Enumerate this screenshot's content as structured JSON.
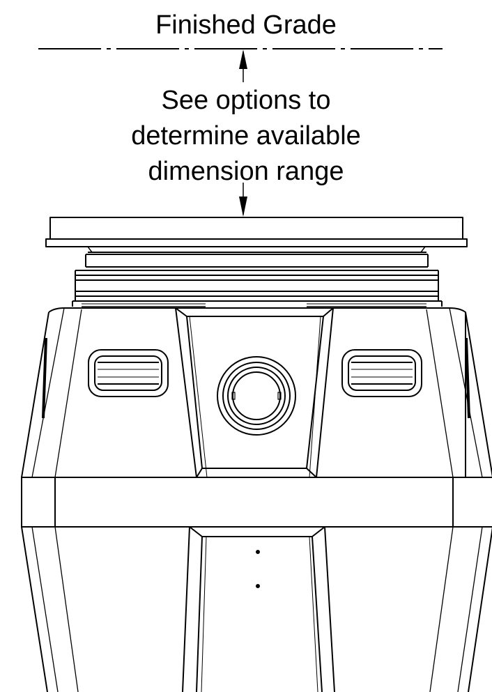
{
  "labels": {
    "finished_grade": "Finished Grade",
    "note_line1": "See options to",
    "note_line2": "determine available",
    "note_line3": "dimension range"
  },
  "colors": {
    "line": "#000000",
    "background": "#ffffff"
  }
}
